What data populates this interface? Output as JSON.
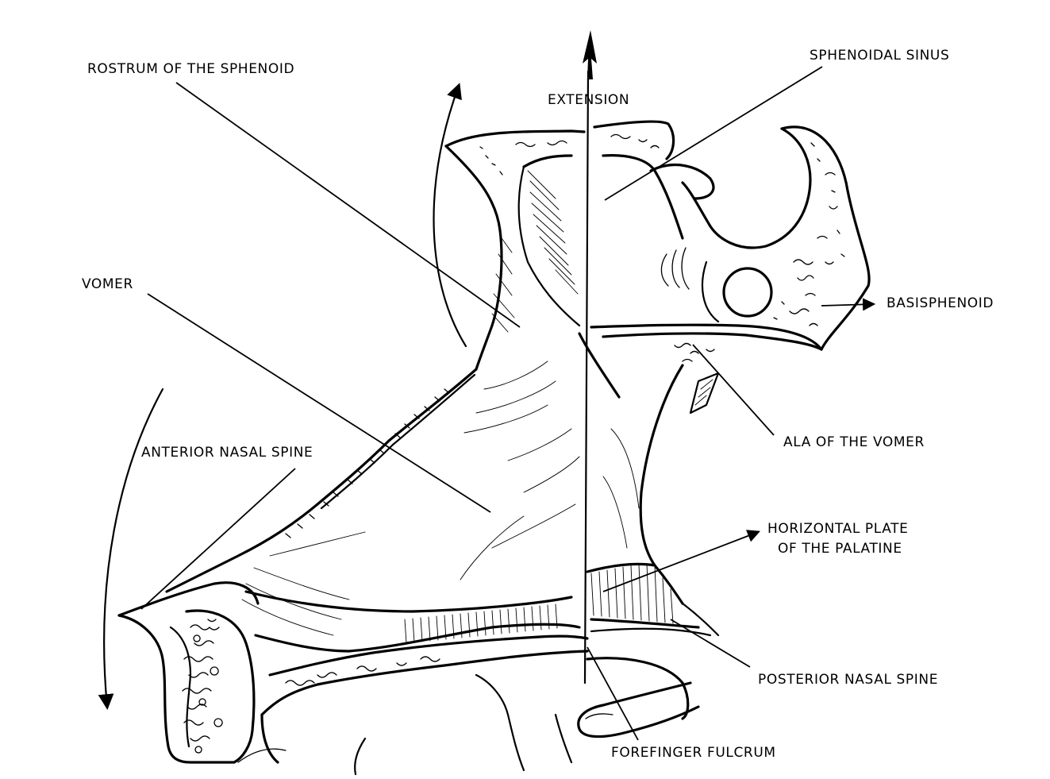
{
  "labels": {
    "rostrum": "ROSTRUM OF THE SPHENOID",
    "extension": "EXTENSION",
    "sphenoidal_sinus": "SPHENOIDAL SINUS",
    "vomer": "VOMER",
    "basisphenoid": "BASISPHENOID",
    "anterior_nasal_spine": "ANTERIOR NASAL SPINE",
    "ala_vomer": "ALA OF THE VOMER",
    "horizontal_plate_line1": "HORIZONTAL PLATE",
    "horizontal_plate_line2": "OF THE PALATINE",
    "posterior_nasal_spine": "POSTERIOR NASAL SPINE",
    "forefinger_fulcrum": "FOREFINGER FULCRUM"
  },
  "colors": {
    "ink": "#000000",
    "paper": "#ffffff"
  }
}
